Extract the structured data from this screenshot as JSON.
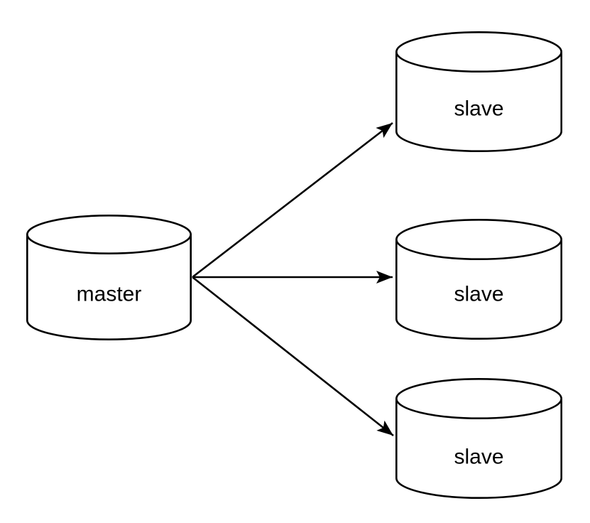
{
  "diagram": {
    "kind": "database-replication",
    "nodes": {
      "master": {
        "label": "master",
        "shape": "cylinder"
      },
      "slaves": [
        {
          "label": "slave",
          "shape": "cylinder"
        },
        {
          "label": "slave",
          "shape": "cylinder"
        },
        {
          "label": "slave",
          "shape": "cylinder"
        }
      ]
    },
    "edges": [
      {
        "from": "master",
        "to": "slave-1",
        "arrow": "filled-triangle"
      },
      {
        "from": "master",
        "to": "slave-2",
        "arrow": "filled-triangle"
      },
      {
        "from": "master",
        "to": "slave-3",
        "arrow": "filled-triangle"
      }
    ],
    "colors": {
      "background": "#ffffff",
      "node_fill": "#ffffff",
      "stroke": "#000000",
      "text": "#000000"
    }
  }
}
